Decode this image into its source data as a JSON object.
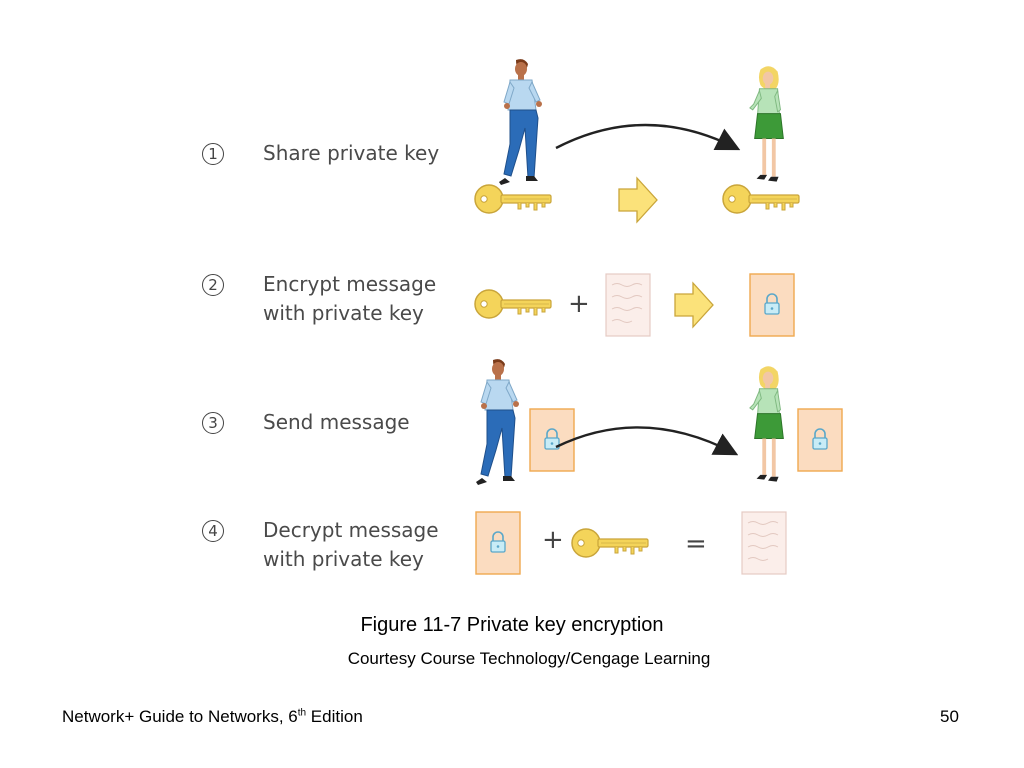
{
  "steps": [
    {
      "number": "1",
      "label_lines": [
        "Share private key"
      ]
    },
    {
      "number": "2",
      "label_lines": [
        "Encrypt message",
        "with private key"
      ]
    },
    {
      "number": "3",
      "label_lines": [
        "Send message"
      ]
    },
    {
      "number": "4",
      "label_lines": [
        "Decrypt message",
        "with private key"
      ]
    }
  ],
  "operators": {
    "plus": "+",
    "equals": "="
  },
  "icons": [
    "person-male-icon",
    "person-female-icon",
    "key-icon",
    "arrow-right-icon",
    "document-icon",
    "locked-document-icon",
    "curved-arrow-icon"
  ],
  "caption": {
    "figure": "Figure 11-7 Private key encryption",
    "credit": "Courtesy Course Technology/Cengage Learning"
  },
  "footer": {
    "title_prefix": "Network+ Guide to Networks, 6",
    "title_sup": "th",
    "title_suffix": " Edition",
    "page_number": "50"
  },
  "colors": {
    "key": "#f4d45a",
    "locked_doc": "#fbdcc0",
    "locked_doc_border": "#f0a94f",
    "plain_doc": "#fbeeea",
    "arrow": "#fbe27a",
    "shirt_male": "#b9d8f0",
    "jeans": "#2b6cb8",
    "shirt_female": "#b7e3b8",
    "skirt": "#3d9a38",
    "hair_female": "#f3d565"
  }
}
